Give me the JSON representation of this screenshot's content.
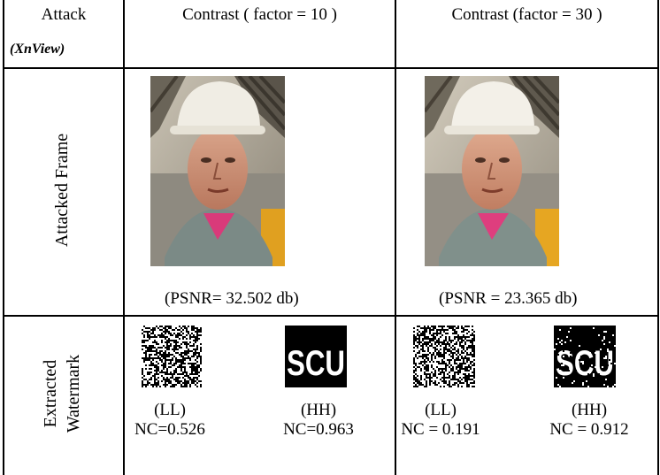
{
  "header": {
    "attack": "Attack",
    "tool": "(XnView)",
    "col1": "Contrast ( factor = 10 )",
    "col2": "Contrast (factor = 30 )"
  },
  "rows": {
    "attacked_frame_label": "Attacked Frame",
    "extracted_watermark_label_1": "Extracted",
    "extracted_watermark_label_2": "Watermark"
  },
  "col1": {
    "psnr": "(PSNR= 32.502 db)",
    "ll_label": "(LL)",
    "ll_nc": "NC=0.526",
    "hh_label": "(HH)",
    "hh_nc": "NC=0.963"
  },
  "col2": {
    "psnr": "(PSNR = 23.365 db)",
    "ll_label": "(LL)",
    "ll_nc": "NC = 0.191",
    "hh_label": "(HH)",
    "hh_nc": "NC = 0.912"
  },
  "watermark_text": "SCU"
}
